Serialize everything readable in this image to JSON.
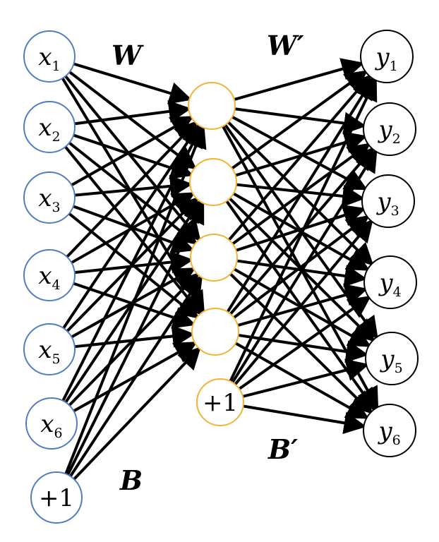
{
  "input_layer": {
    "nodes": [
      {
        "var": "x",
        "sub": "1"
      },
      {
        "var": "x",
        "sub": "2"
      },
      {
        "var": "x",
        "sub": "3"
      },
      {
        "var": "x",
        "sub": "4"
      },
      {
        "var": "x",
        "sub": "5"
      },
      {
        "var": "x",
        "sub": "6"
      }
    ],
    "bias_label": "+1",
    "color": "#4f7fc0"
  },
  "hidden_layer": {
    "node_count": 4,
    "bias_label": "+1",
    "color": "#f5b335"
  },
  "output_layer": {
    "nodes": [
      {
        "var": "y",
        "sub": "1"
      },
      {
        "var": "y",
        "sub": "2"
      },
      {
        "var": "y",
        "sub": "3"
      },
      {
        "var": "y",
        "sub": "4"
      },
      {
        "var": "y",
        "sub": "5"
      },
      {
        "var": "y",
        "sub": "6"
      }
    ],
    "color": "#000000"
  },
  "weights": {
    "encoder_label": "W",
    "encoder_bias_label": "B",
    "decoder_label": "W′",
    "decoder_bias_label": "B′"
  },
  "edge_color": "#000000"
}
